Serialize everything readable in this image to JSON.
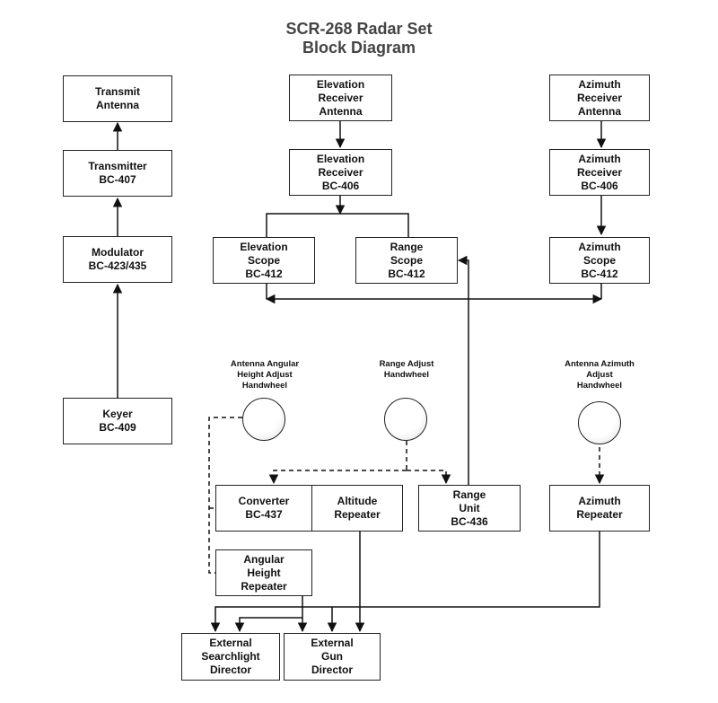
{
  "title": {
    "line1": "SCR-268 Radar Set",
    "line2": "Block Diagram"
  },
  "boxes": {
    "transmit_antenna": [
      "Transmit",
      "Antenna"
    ],
    "transmitter": [
      "Transmitter",
      "BC-407"
    ],
    "modulator": [
      "Modulator",
      "BC-423/435"
    ],
    "keyer": [
      "Keyer",
      "BC-409"
    ],
    "elevation_receiver_antenna": [
      "Elevation",
      "Receiver",
      "Antenna"
    ],
    "elevation_receiver": [
      "Elevation",
      "Receiver",
      "BC-406"
    ],
    "elevation_scope": [
      "Elevation",
      "Scope",
      "BC-412"
    ],
    "range_scope": [
      "Range",
      "Scope",
      "BC-412"
    ],
    "azimuth_receiver_antenna": [
      "Azimuth",
      "Receiver",
      "Antenna"
    ],
    "azimuth_receiver": [
      "Azimuth",
      "Receiver",
      "BC-406"
    ],
    "azimuth_scope": [
      "Azimuth",
      "Scope",
      "BC-412"
    ],
    "converter": [
      "Converter",
      "BC-437"
    ],
    "altitude_repeater": [
      "Altitude",
      "Repeater"
    ],
    "range_unit": [
      "Range",
      "Unit",
      "BC-436"
    ],
    "azimuth_repeater": [
      "Azimuth",
      "Repeater"
    ],
    "angular_height_repeater": [
      "Angular",
      "Height",
      "Repeater"
    ],
    "external_searchlight_director": [
      "External",
      "Searchlight",
      "Director"
    ],
    "external_gun_director": [
      "External",
      "Gun",
      "Director"
    ]
  },
  "handwheels": {
    "angular_height": [
      "Antenna Angular",
      "Height Adjust",
      "Handwheel"
    ],
    "range_adjust": [
      "Range Adjust",
      "Handwheel"
    ],
    "azimuth_adjust": [
      "Antenna Azimuth",
      "Adjust",
      "Handwheel"
    ]
  }
}
